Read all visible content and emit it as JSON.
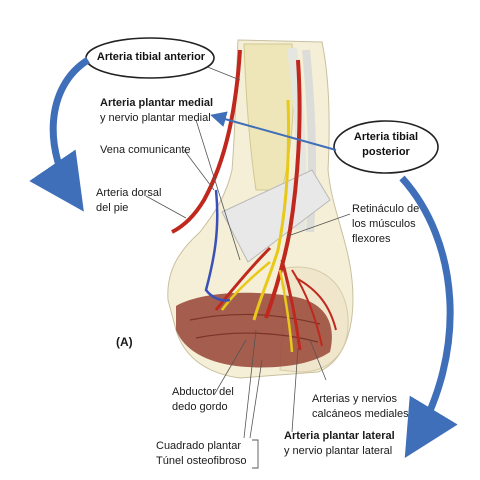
{
  "panel_letter": "(A)",
  "labels": {
    "tibial_anterior": "Arteria tibial anterior",
    "plantar_medial_1": "Arteria plantar medial",
    "plantar_medial_2": "y nervio plantar medial",
    "vena_comunicante": "Vena comunicante",
    "dorsal_1": "Arteria dorsal",
    "dorsal_2": "del pie",
    "tibial_posterior_1": "Arteria tibial",
    "tibial_posterior_2": "posterior",
    "retinaculo_1": "Retináculo de",
    "retinaculo_2": "los músculos",
    "retinaculo_3": "flexores",
    "abductor_1": "Abductor del",
    "abductor_2": "dedo gordo",
    "cuadrado": "Cuadrado plantar",
    "tunel": "Túnel osteofibroso",
    "calcaneos_1": "Arterias y nervios",
    "calcaneos_2": "calcáneos mediales",
    "plantar_lateral_1": "Arteria plantar lateral",
    "plantar_lateral_2": "y nervio plantar lateral"
  },
  "colors": {
    "artery": "#c0281e",
    "vein": "#3a50b8",
    "nerve": "#e8c818",
    "bone": "#efe8bc",
    "muscle": "#9a4a3a",
    "callout_arrow": "#3f6fb8"
  }
}
